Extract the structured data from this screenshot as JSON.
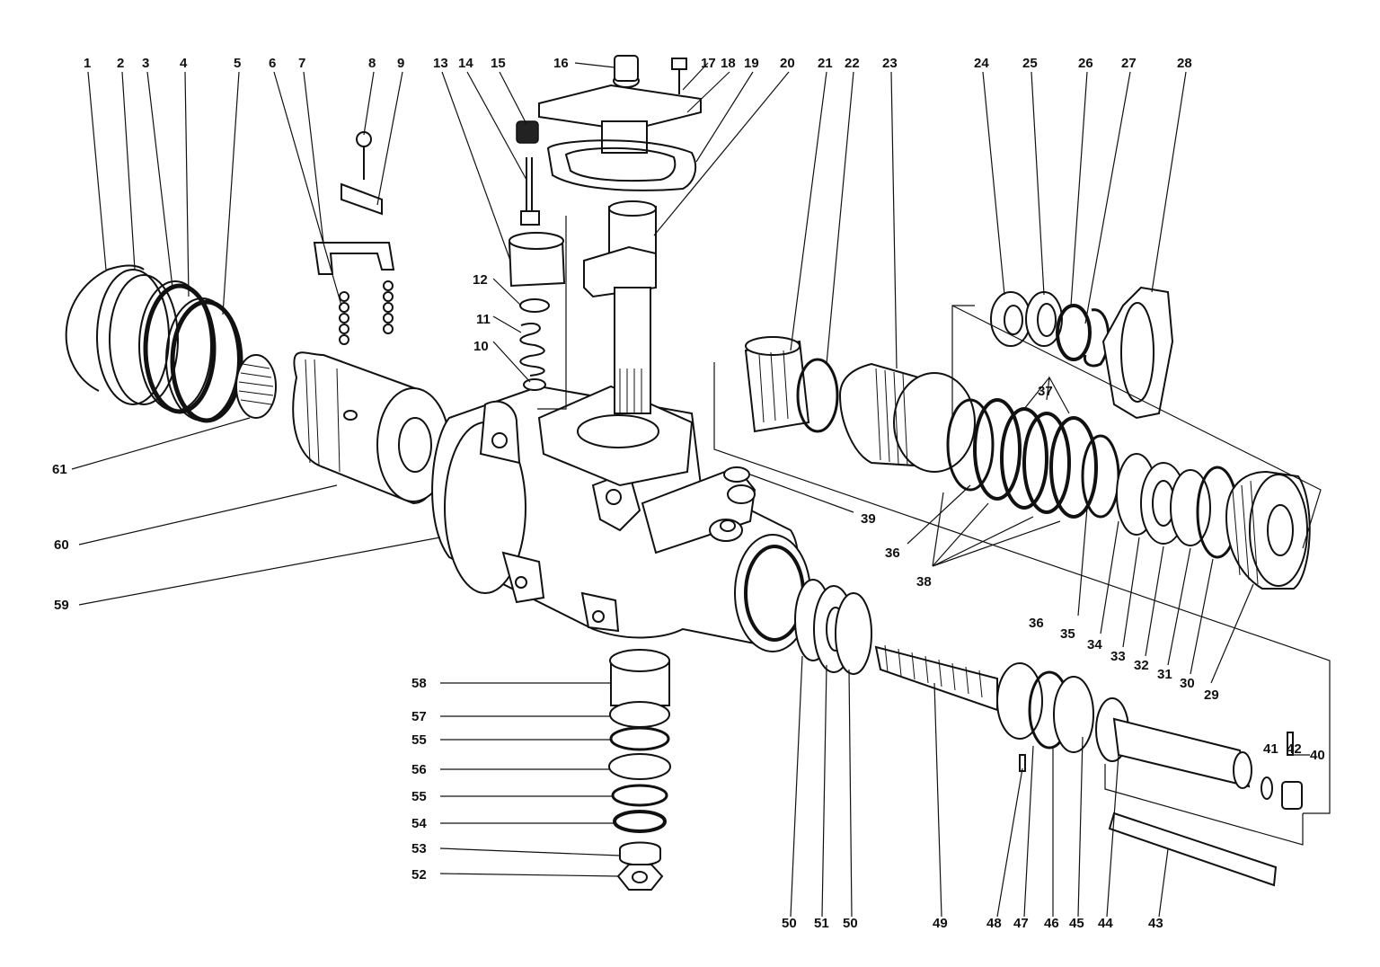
{
  "diagram": {
    "callouts": [
      "1",
      "2",
      "3",
      "4",
      "5",
      "6",
      "7",
      "8",
      "9",
      "10",
      "11",
      "12",
      "13",
      "14",
      "15",
      "16",
      "17",
      "18",
      "19",
      "20",
      "21",
      "22",
      "23",
      "24",
      "25",
      "26",
      "27",
      "28",
      "29",
      "30",
      "31",
      "32",
      "33",
      "34",
      "35",
      "36",
      "36",
      "37",
      "38",
      "39",
      "40",
      "41",
      "42",
      "43",
      "44",
      "45",
      "46",
      "47",
      "48",
      "49",
      "50",
      "50",
      "51",
      "52",
      "53",
      "54",
      "55",
      "55",
      "56",
      "57",
      "58",
      "59",
      "60",
      "61"
    ]
  }
}
